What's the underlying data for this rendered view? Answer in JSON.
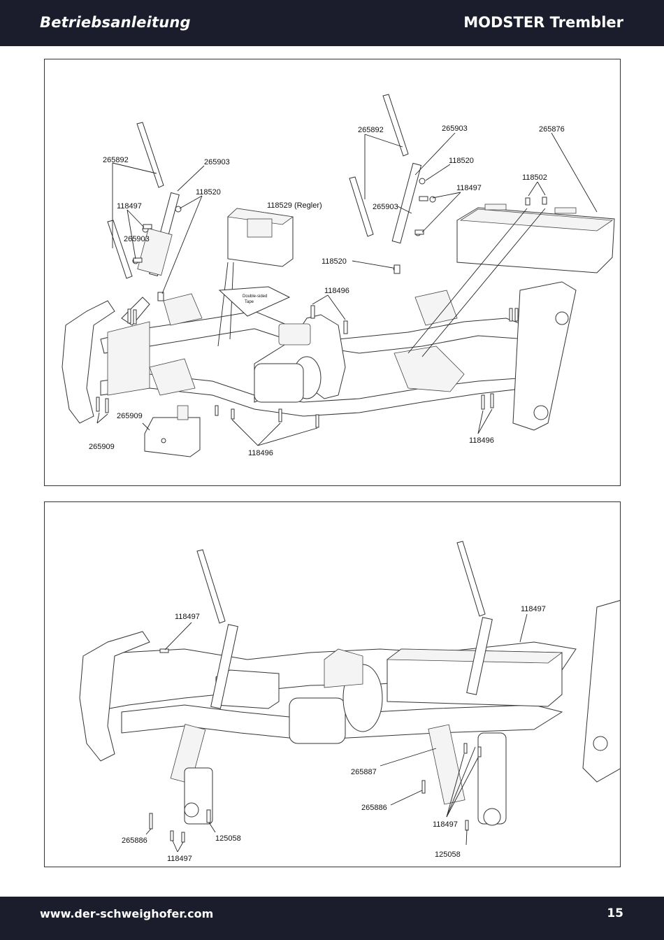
{
  "header": {
    "left_title": "Betriebsanleitung",
    "right_title": "MODSTER Trembler"
  },
  "footer": {
    "website": "www.der-schweighofer.com",
    "page_number": "15"
  },
  "diagram1": {
    "labels": {
      "l265892a": "265892",
      "l265903a": "265903",
      "l118520a": "118520",
      "l118497a": "118497",
      "l265903b": "265903",
      "l118529": "118529 (Regler)",
      "tape1": "Double-sided",
      "tape2": "Tape",
      "l265892b": "265892",
      "l265903c": "265903",
      "l118520b": "118520",
      "l118497b": "118497",
      "l265903d": "265903",
      "l118520c": "118520",
      "l265876": "265876",
      "l118502": "118502",
      "l118496a": "118496",
      "l265909a": "265909",
      "l265909b": "265909",
      "l118496b": "118496",
      "l118496c": "118496"
    }
  },
  "diagram2": {
    "labels": {
      "l118497a": "118497",
      "l118497b": "118497",
      "l265887": "265887",
      "l265886a": "265886",
      "l118497c": "118497",
      "l125058a": "125058",
      "l265886b": "265886",
      "l118497d": "118497",
      "l125058b": "125058"
    }
  }
}
